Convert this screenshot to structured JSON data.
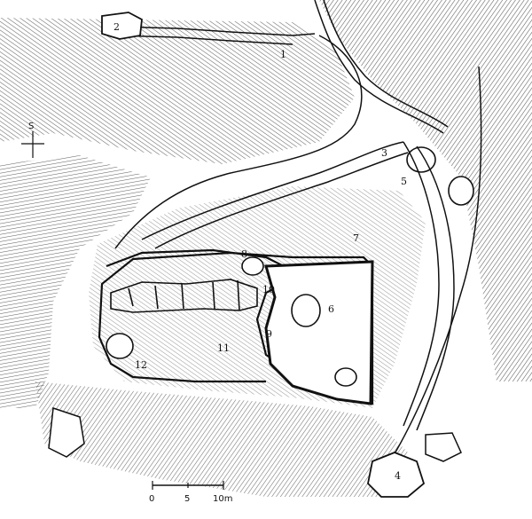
{
  "compass": {
    "label": "S"
  },
  "scale_bar": {
    "ticks": [
      "0",
      "5",
      "10m"
    ]
  },
  "area_labels": [
    "1",
    "2",
    "3",
    "4",
    "5",
    "6",
    "7",
    "8",
    "9",
    "10",
    "11",
    "12"
  ]
}
